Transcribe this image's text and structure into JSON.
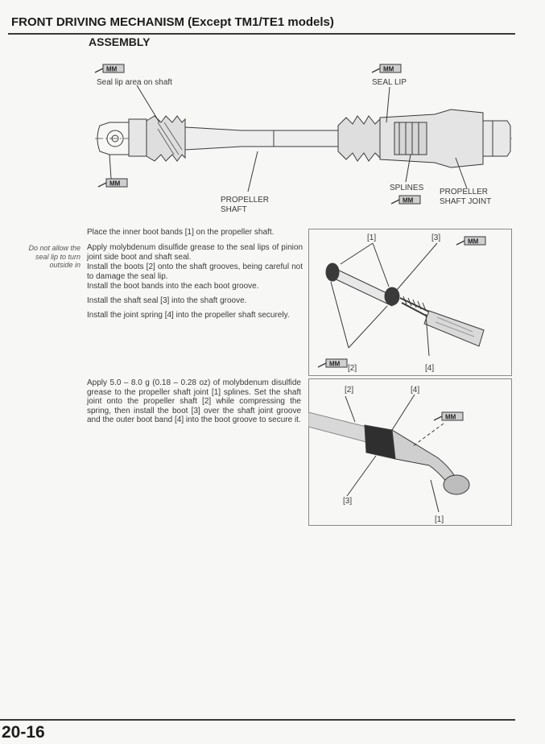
{
  "header": {
    "title": "FRONT DRIVING MECHANISM (Except TM1/TE1 models)",
    "section": "ASSEMBLY"
  },
  "figure1": {
    "labels": {
      "seal_lip_area": "Seal lip area on shaft",
      "seal_lip": "SEAL LIP",
      "propeller_shaft_1": "PROPELLER",
      "propeller_shaft_2": "SHAFT",
      "splines": "SPLINES",
      "joint_1": "PROPELLER",
      "joint_2": "SHAFT JOINT"
    },
    "grease_icon": "molybdenum-grease-icon"
  },
  "steps": [
    {
      "text": "Place the inner boot bands [1] on the propeller shaft."
    },
    {
      "text": "Apply molybdenum disulfide grease to the seal lips of pinion joint side boot and shaft seal."
    },
    {
      "text": "Install the boots [2] onto the shaft grooves, being careful not to damage the seal lip."
    },
    {
      "text": "Install the boot bands into the each boot groove."
    },
    {
      "text": "Install the shaft seal [3] into the shaft groove."
    },
    {
      "text": "Install the joint spring [4] into the propeller shaft securely."
    }
  ],
  "side_note": "Do not allow the seal lip to turn outside in",
  "figure2": {
    "refs": [
      "[1]",
      "[3]",
      "[2]",
      "[4]"
    ]
  },
  "steps2": {
    "text": "Apply 5.0 – 8.0 g (0.18 – 0.28 oz) of molybdenum disulfide grease to the propeller shaft joint [1] splines. Set the shaft joint onto the propeller shaft [2] while compressing the spring, then install the boot [3] over the shaft joint groove and the outer boot band [4] into the boot groove to secure it."
  },
  "figure3": {
    "refs": [
      "[2]",
      "[4]",
      "[3]",
      "[1]"
    ]
  },
  "footer": {
    "page_number": "20-16"
  }
}
